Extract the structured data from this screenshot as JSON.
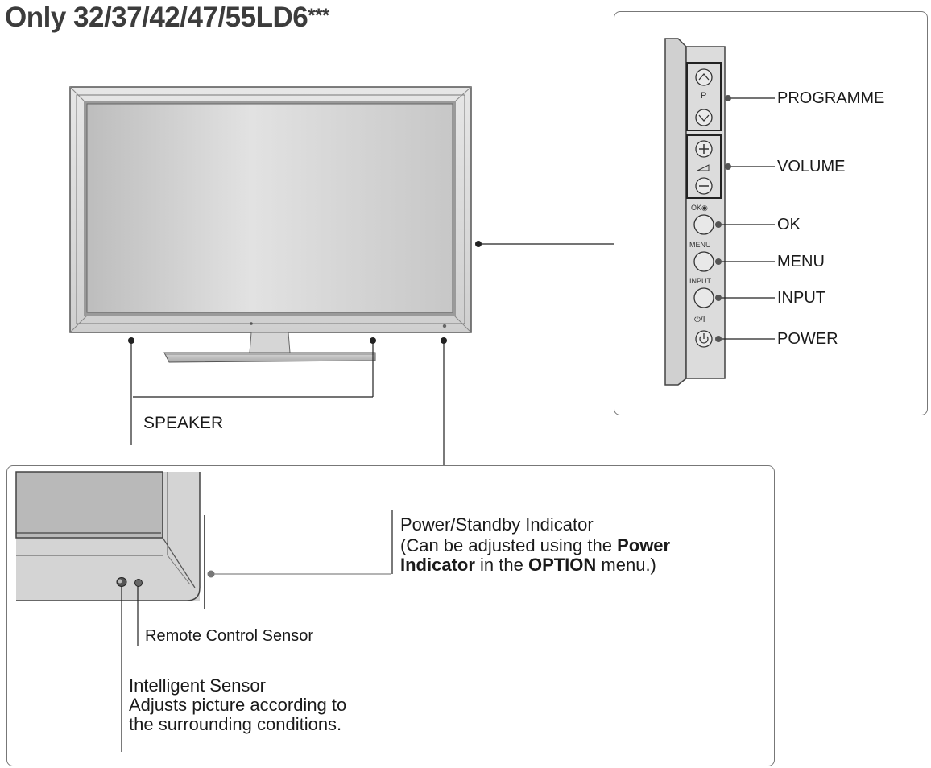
{
  "title": {
    "main": "Only 32/37/42/47/55LD6",
    "suffix": "***"
  },
  "side_panel": {
    "small_labels": {
      "p": "P",
      "ok": "OK◉",
      "menu": "MENU",
      "input": "INPUT",
      "power": "⏻/I"
    },
    "callouts": {
      "programme": "PROGRAMME",
      "volume": "VOLUME",
      "ok": "OK",
      "menu": "MENU",
      "input": "INPUT",
      "power": "POWER"
    }
  },
  "speaker_label": "SPEAKER",
  "detail": {
    "indicator_title": "Power/Standby Indicator",
    "indicator_note_1": "(Can be adjusted using the ",
    "indicator_note_bold_1": "Power",
    "indicator_note_bold_2": "Indicator",
    "indicator_note_2": " in the ",
    "indicator_note_bold_3": "OPTION",
    "indicator_note_3": " menu.)",
    "remote_sensor": "Remote Control Sensor",
    "intelligent_title": "Intelligent Sensor",
    "intelligent_line_1": "Adjusts picture according to",
    "intelligent_line_2": "the surrounding conditions."
  },
  "colors": {
    "bezel": "#d2d2d2",
    "screen": "#cfcfcf",
    "line": "#222222"
  }
}
